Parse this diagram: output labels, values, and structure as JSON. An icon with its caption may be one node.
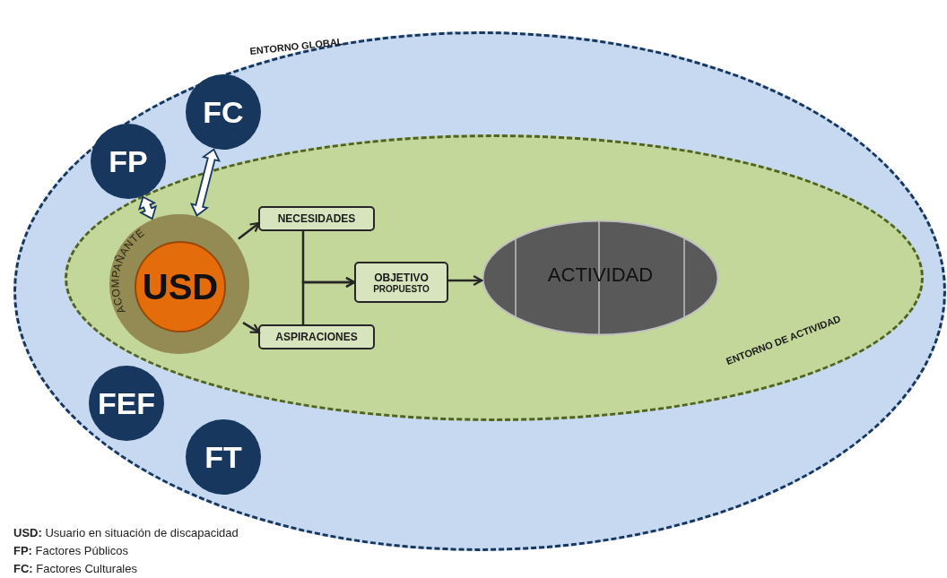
{
  "diagram": {
    "nodes": [
      {
        "text": [
          "ENTORNO GLOBAL"
        ]
      },
      {
        "text": [
          "ENTORNO DE ACTIVIDAD"
        ],
        "in": 0
      },
      {
        "text": [
          "FP"
        ],
        "in": 0
      },
      {
        "text": [
          "FC"
        ],
        "in": 0
      },
      {
        "text": [
          "ACOMPAÑANTE"
        ],
        "in": 1
      },
      {
        "text": [
          "USD"
        ],
        "in": 4
      },
      {
        "text": [
          "NECESIDADES"
        ],
        "in": 1
      },
      {
        "text": [
          "ASPIRACIONES"
        ],
        "in": 1
      },
      {
        "text": [
          "OBJETIVO",
          "PROPUESTO"
        ],
        "in": 1
      },
      {
        "text": [
          "ACTIVIDAD"
        ],
        "in": 1
      },
      {
        "text": [
          "FEF"
        ],
        "in": 0
      },
      {
        "text": [
          "FT"
        ],
        "in": 0
      }
    ],
    "edges": [
      {
        "from": 2,
        "to": 4,
        "arrow": "both",
        "style": "thick"
      },
      {
        "from": 3,
        "to": 4,
        "arrow": "both",
        "style": "thick"
      },
      {
        "from": 4,
        "to": 6,
        "arrow": "to"
      },
      {
        "from": 4,
        "to": 7,
        "arrow": "to"
      },
      {
        "from": 6,
        "to": 8,
        "arrow": "to"
      },
      {
        "from": 7,
        "to": 8,
        "arrow": "to"
      },
      {
        "from": 8,
        "to": 9,
        "arrow": "to"
      }
    ],
    "labels": [
      "**USD:** Usuario en situación de discapacidad",
      "**FP:** Factores Públicos",
      "**FC:** Factores Culturales"
    ]
  }
}
